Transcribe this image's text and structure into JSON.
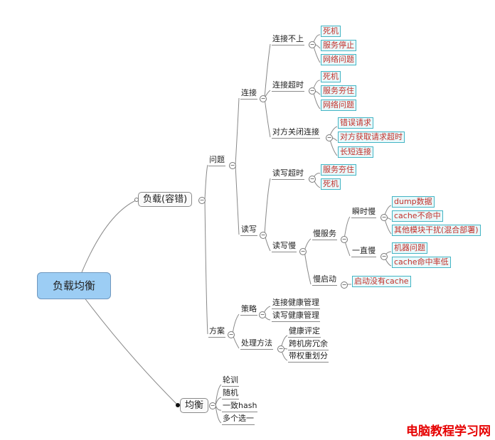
{
  "root": "负载均衡",
  "branch_fault": "负载(容错)",
  "branch_balance": "均衡",
  "problem": "问题",
  "connect": "连接",
  "conn_fail": "连接不上",
  "conn_fail_leaves": [
    "死机",
    "服务停止",
    "网络问题"
  ],
  "conn_timeout": "连接超时",
  "conn_timeout_leaves": [
    "死机",
    "服务夯住",
    "网络问题"
  ],
  "peer_close": "对方关闭连接",
  "peer_close_leaves": [
    "错误请求",
    "对方获取请求超时",
    "长短连接"
  ],
  "rw": "读写",
  "rw_timeout": "读写超时",
  "rw_timeout_leaves": [
    "服务夯住",
    "死机"
  ],
  "rw_slow": "读写慢",
  "slow_service": "慢服务",
  "instant_slow": "瞬时慢",
  "instant_slow_leaves": [
    "dump数据",
    "cache不命中",
    "其他模块干扰(混合部署)"
  ],
  "always_slow": "一直慢",
  "always_slow_leaves": [
    "机器问题",
    "cache命中率低"
  ],
  "slow_start": "慢启动",
  "slow_start_leaf": "启动没有cache",
  "solution": "方案",
  "strategy": "策略",
  "strategy_items": [
    "连接健康管理",
    "读写健康管理"
  ],
  "method": "处理方法",
  "method_items": [
    "健康评定",
    "跨机房冗余",
    "带权重划分"
  ],
  "balance_items": [
    "轮训",
    "随机",
    "一致hash",
    "多个选一"
  ],
  "watermark": "电脑教程学习网",
  "colors": {
    "leaf_text": "#c2312b",
    "leaf_border": "#43b4c4",
    "leaf_bg": "#e9f9fb",
    "root_bg": "#9ccdf4"
  }
}
